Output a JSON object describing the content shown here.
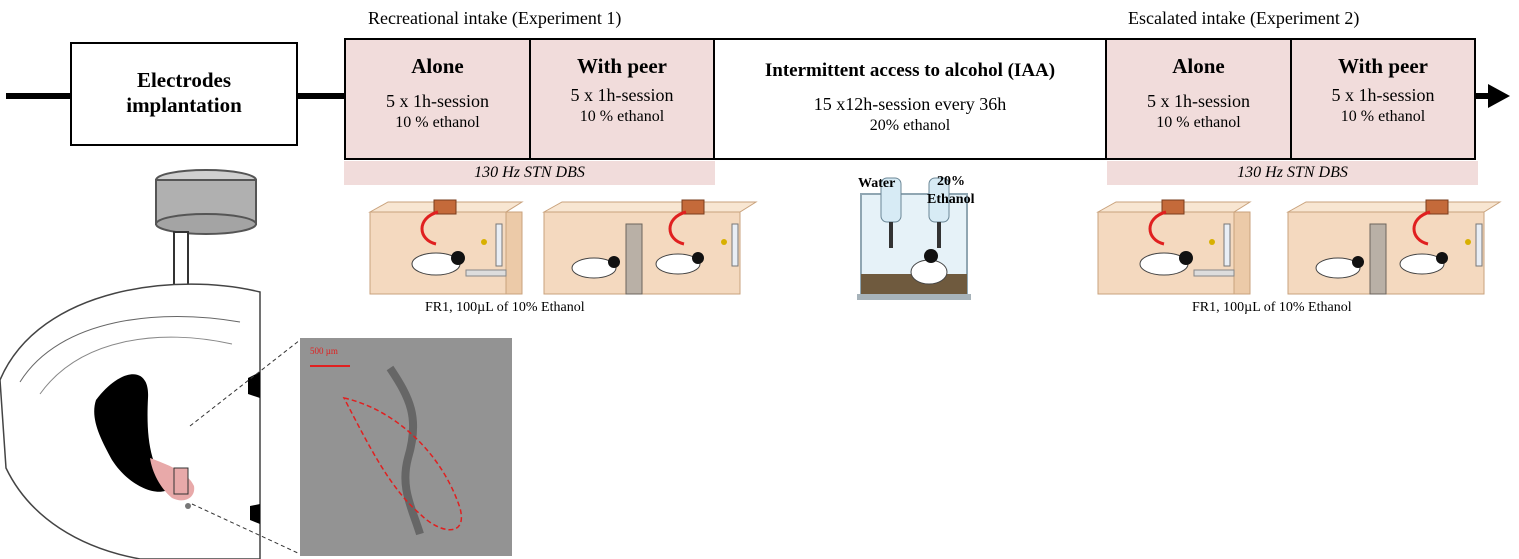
{
  "phases": {
    "recreational_label": "Recreational intake (Experiment 1)",
    "escalated_label": "Escalated intake (Experiment 2)"
  },
  "electrodes_box": {
    "line1": "Electrodes",
    "line2": "implantation"
  },
  "exp1": {
    "alone": {
      "title": "Alone",
      "sessions": "5 x 1h-session",
      "ethanol": "10 % ethanol"
    },
    "peer": {
      "title": "With peer",
      "sessions": "5 x 1h-session",
      "ethanol": "10 % ethanol"
    },
    "dbs": "130 Hz STN DBS",
    "caption": "FR1, 100µL  of  10% Ethanol"
  },
  "iaa": {
    "title": "Intermittent  access to alcohol (IAA)",
    "sessions": "15 x12h-session every 36h",
    "ethanol": "20% ethanol",
    "water_label": "Water",
    "ethanol_label_1": "20%",
    "ethanol_label_2": "Ethanol"
  },
  "exp2": {
    "alone": {
      "title": "Alone",
      "sessions": "5 x 1h-session",
      "ethanol": "10 % ethanol"
    },
    "peer": {
      "title": "With peer",
      "sessions": "5 x 1h-session",
      "ethanol": "10 % ethanol"
    },
    "dbs": "130 Hz STN DBS",
    "caption": "FR1, 100µL  of  10% Ethanol"
  },
  "histology": {
    "scale_bar": "500 µm"
  },
  "colors": {
    "condition_fill": "#f1dcdb",
    "stn_highlight": "#e8a9a9",
    "trace_red": "#e02020"
  }
}
